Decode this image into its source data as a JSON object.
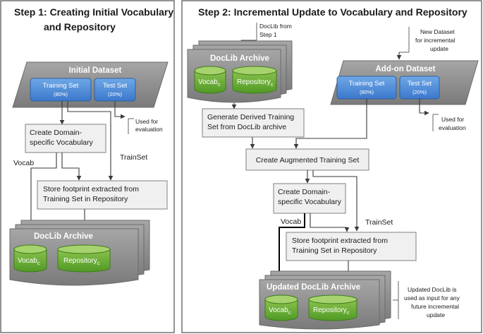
{
  "step1": {
    "title_line1": "Step 1: Creating Initial Vocabulary",
    "title_line2": "and Repository",
    "initial_dataset": "Initial Dataset",
    "training_set": "Training Set",
    "training_pct": "(80%)",
    "test_set": "Test Set",
    "test_pct": "(20%)",
    "used_line1": "Used for",
    "used_line2": "evaluation",
    "create_vocab_line1": "Create Domain-",
    "create_vocab_line2": "specific Vocabulary",
    "vocab_label": "Vocab",
    "trainset_label": "TrainSet",
    "store_line1": "Store footprint extracted from",
    "store_line2": "Training Set in Repository",
    "archive_title": "DocLib Archive",
    "vocab_c": "Vocab",
    "repository_c": "Repository",
    "subscript_c": "c"
  },
  "step2": {
    "title": "Step 2: Incremental Update to Vocabulary and Repository",
    "doclib_note_line1": "DocLib from",
    "doclib_note_line2": "Step 1",
    "archive_title": "DocLib Archive",
    "vocab_c": "Vocab",
    "repository_c": "Repository",
    "subscript_c": "c",
    "new_dataset_line1": "New Dataset",
    "new_dataset_line2": "for incremental",
    "new_dataset_line3": "update",
    "addon_dataset": "Add-on Dataset",
    "training_set": "Training Set",
    "training_pct": "(80%)",
    "test_set": "Test Set",
    "test_pct": "(20%)",
    "used_line1": "Used for",
    "used_line2": "evaluation",
    "generate_line1": "Generate Derived Training",
    "generate_line2": "Set from DocLib archive",
    "augmented": "Create Augmented Training Set",
    "create_vocab_line1": "Create Domain-",
    "create_vocab_line2": "specific Vocabulary",
    "vocab_label": "Vocab",
    "trainset_label": "TrainSet",
    "store_line1": "Store footprint extracted from",
    "store_line2": "Training Set in Repository",
    "updated_archive": "Updated DocLib Archive",
    "updated_note_line1": "Updated DocLib is",
    "updated_note_line2": "used as input for any",
    "updated_note_line3": "future incremental",
    "updated_note_line4": "update"
  }
}
